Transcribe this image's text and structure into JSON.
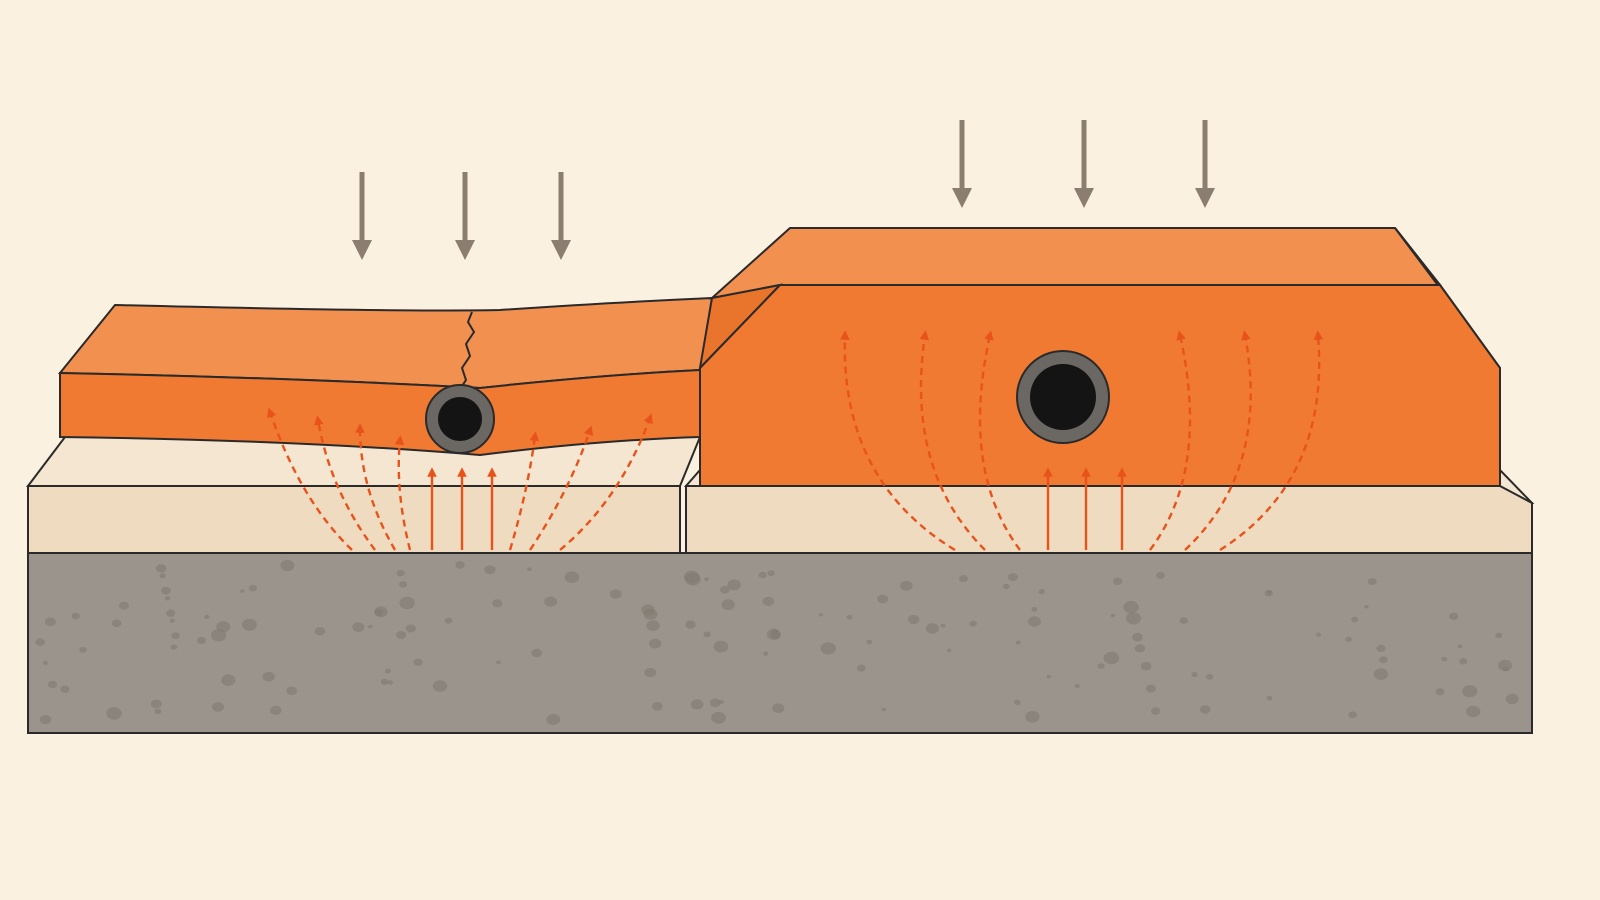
{
  "diagram": {
    "colors": {
      "background": "#fbf1e1",
      "screed": "#f07a32",
      "screed_top": "#f29050",
      "screed_dark": "#d9611f",
      "insulation": "#efdcc0",
      "insulation_top": "#f4e6d0",
      "concrete": "#9a948c",
      "concrete_speckle": "#807a72",
      "load_arrow": "#8b7d70",
      "heat_arrow": "#e8531b",
      "pipe_outer": "#6b6763",
      "pipe_inner": "#141414",
      "outline": "#2a2a2a"
    },
    "icons": {
      "load": "down-arrow-icon",
      "heat": "up-arrow-icon",
      "pipe": "pipe-cross-section-icon"
    },
    "left_section": {
      "description_type": "thin screed with crack",
      "has_crack": true,
      "load_arrow_count": 3,
      "heat_flow": "concentrated"
    },
    "right_section": {
      "description_type": "thick screed",
      "has_crack": false,
      "load_arrow_count": 3,
      "heat_flow": "spread"
    }
  }
}
